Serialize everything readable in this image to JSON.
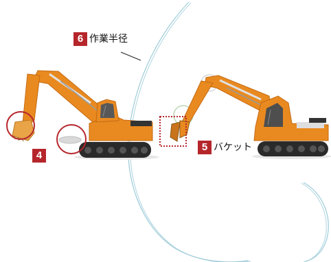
{
  "callout_6": {
    "number": "6",
    "label": "作業半径"
  },
  "callout_4": {
    "number": "4"
  },
  "callout_5": {
    "number": "5",
    "label": "バケット"
  },
  "colors": {
    "badge": "#b5262b",
    "highlight": "#b5262b",
    "radius_arc": "#9ccbd8",
    "machine_body": "#e98a20",
    "tracks": "#2a2a2a"
  }
}
